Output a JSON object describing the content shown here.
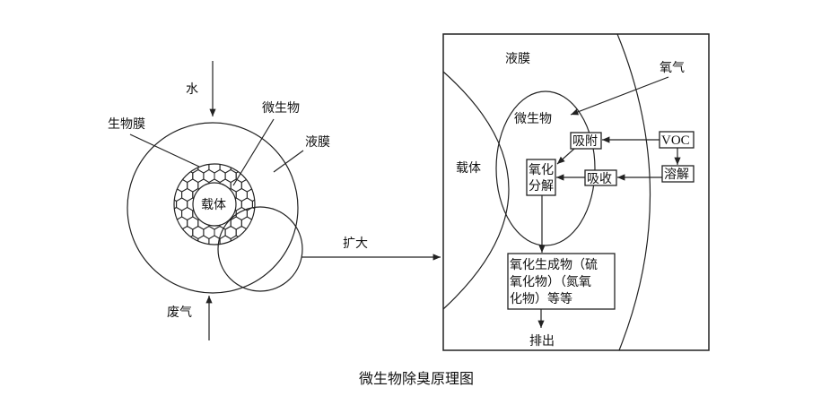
{
  "title": "微生物除臭原理图",
  "left": {
    "water": "水",
    "biofilm": "生物膜",
    "microbe": "微生物",
    "liquid_film": "液膜",
    "carrier": "载体",
    "waste_gas": "废气",
    "enlarge": "扩大"
  },
  "right": {
    "liquid_film": "液膜",
    "oxygen": "氧气",
    "carrier": "载体",
    "microbe": "微生物",
    "adsorb": "吸附",
    "voc": "VOC",
    "dissolve": "溶解",
    "absorb": "吸收",
    "oxidize_1": "氧化",
    "oxidize_2": "分解",
    "products_1": "氧化生成物（硫",
    "products_2": "氧化物）（氮氧",
    "products_3": "化物）等等",
    "discharge": "排出"
  }
}
